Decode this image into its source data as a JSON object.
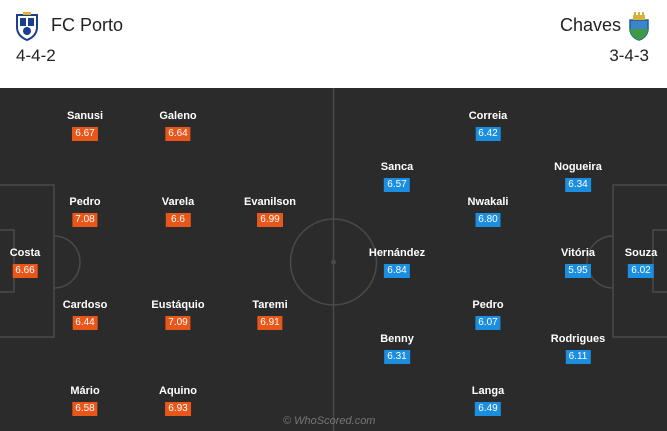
{
  "home": {
    "name": "FC Porto",
    "formation": "4-4-2",
    "crest_icon": "fc-porto-crest",
    "color": "#e8561a",
    "players": [
      {
        "name": "Sanusi",
        "rating": "6.67"
      },
      {
        "name": "Galeno",
        "rating": "6.64"
      },
      {
        "name": "Pedro",
        "rating": "7.08"
      },
      {
        "name": "Varela",
        "rating": "6.6"
      },
      {
        "name": "Evanilson",
        "rating": "6.99"
      },
      {
        "name": "Costa",
        "rating": "6.66"
      },
      {
        "name": "Cardoso",
        "rating": "6.44"
      },
      {
        "name": "Eustáquio",
        "rating": "7.09"
      },
      {
        "name": "Taremi",
        "rating": "6.91"
      },
      {
        "name": "Mário",
        "rating": "6.58"
      },
      {
        "name": "Aquino",
        "rating": "6.93"
      }
    ]
  },
  "away": {
    "name": "Chaves",
    "formation": "3-4-3",
    "crest_icon": "chaves-crest",
    "color": "#1b8ee0",
    "players": [
      {
        "name": "Correia",
        "rating": "6.42"
      },
      {
        "name": "Sanca",
        "rating": "6.57"
      },
      {
        "name": "Nogueira",
        "rating": "6.34"
      },
      {
        "name": "Nwakali",
        "rating": "6.80"
      },
      {
        "name": "Hernández",
        "rating": "6.84"
      },
      {
        "name": "Vitória",
        "rating": "5.95"
      },
      {
        "name": "Souza",
        "rating": "6.02"
      },
      {
        "name": "Pedro",
        "rating": "6.07"
      },
      {
        "name": "Benny",
        "rating": "6.31"
      },
      {
        "name": "Rodrigues",
        "rating": "6.11"
      },
      {
        "name": "Langa",
        "rating": "6.49"
      }
    ]
  },
  "watermark": "© WhoScored.com"
}
